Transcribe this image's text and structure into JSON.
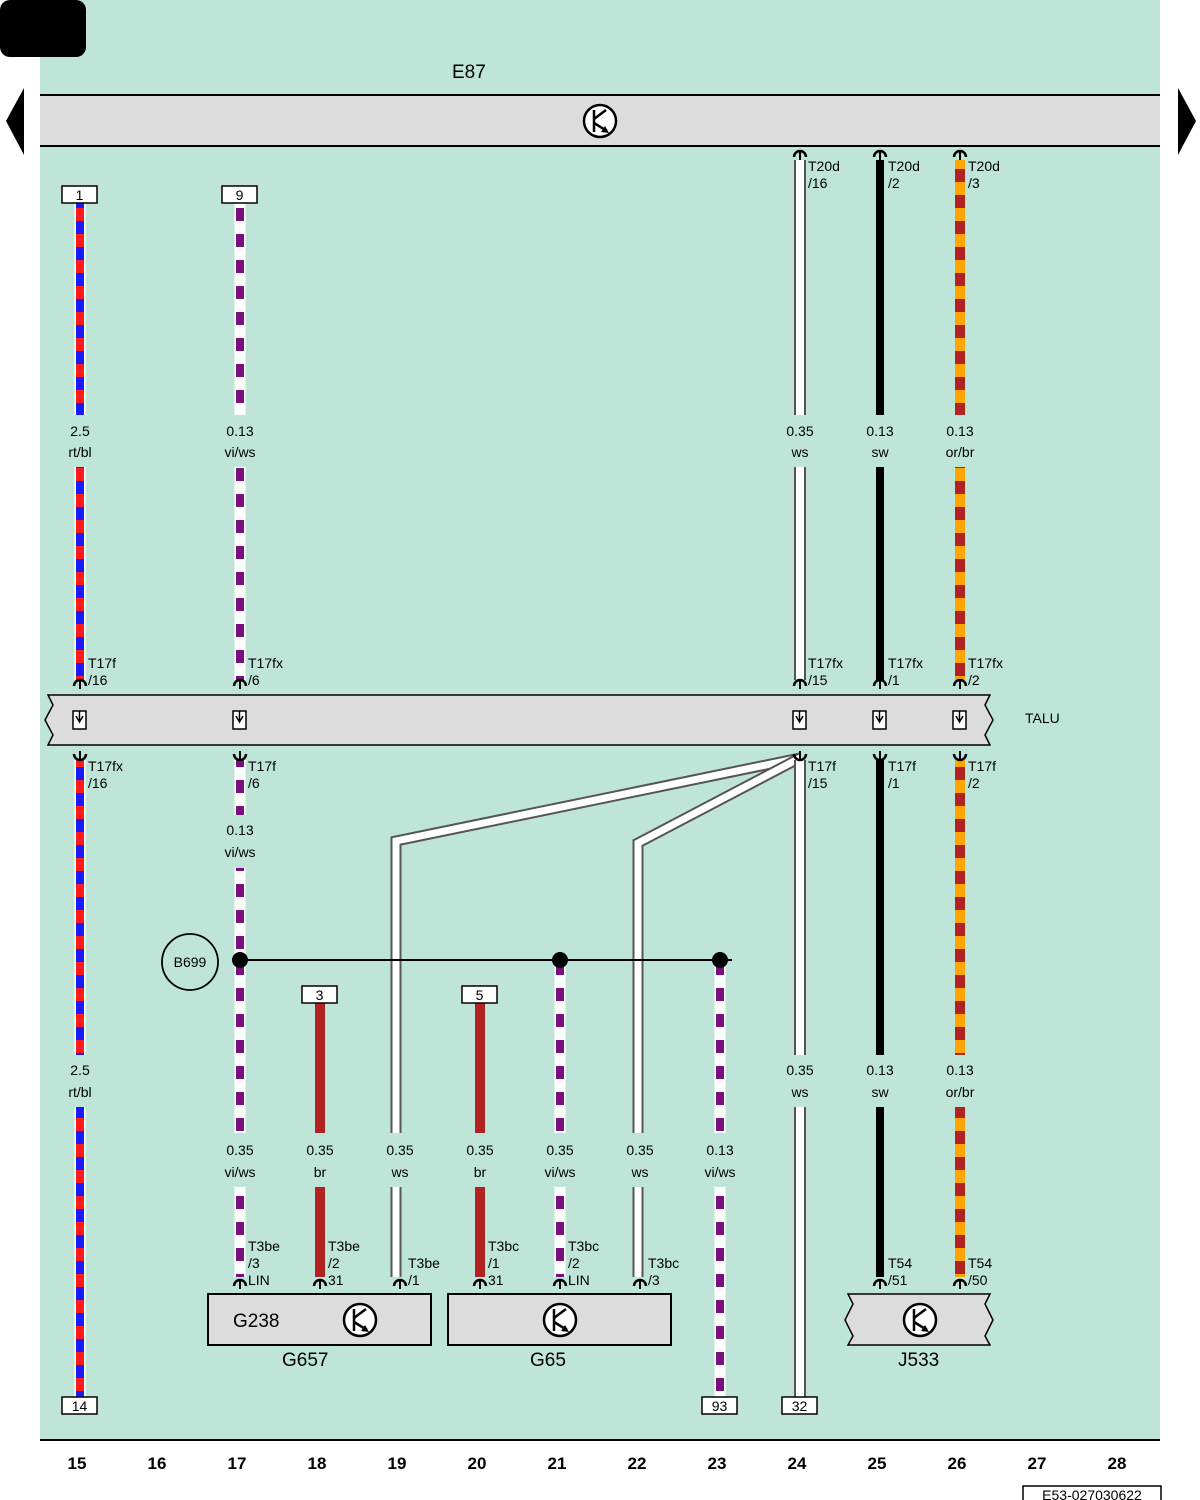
{
  "components": {
    "e87": {
      "label": "E87"
    },
    "talu": {
      "label": "TALU"
    },
    "b699": {
      "label": "B699"
    },
    "g238": {
      "label": "G238"
    },
    "g657": {
      "label": "G657"
    },
    "g65": {
      "label": "G65"
    },
    "j533": {
      "label": "J533"
    }
  },
  "connectors": {
    "t20d_16": {
      "name": "T20d",
      "pin": "/16"
    },
    "t20d_2": {
      "name": "T20d",
      "pin": "/2"
    },
    "t20d_3": {
      "name": "T20d",
      "pin": "/3"
    },
    "t17f_16": {
      "name": "T17f",
      "pin": "/16"
    },
    "t17fx_6": {
      "name": "T17fx",
      "pin": "/6"
    },
    "t17fx_15": {
      "name": "T17fx",
      "pin": "/15"
    },
    "t17fx_1": {
      "name": "T17fx",
      "pin": "/1"
    },
    "t17fx_2": {
      "name": "T17fx",
      "pin": "/2"
    },
    "t17fx_16b": {
      "name": "T17fx",
      "pin": "/16"
    },
    "t17f_6": {
      "name": "T17f",
      "pin": "/6"
    },
    "t17f_15": {
      "name": "T17f",
      "pin": "/15"
    },
    "t17f_1": {
      "name": "T17f",
      "pin": "/1"
    },
    "t17f_2": {
      "name": "T17f",
      "pin": "/2"
    },
    "t3be_3": {
      "name": "T3be",
      "pin": "/3",
      "sub": "LIN"
    },
    "t3be_2": {
      "name": "T3be",
      "pin": "/2",
      "sub": "31"
    },
    "t3be_1": {
      "name": "T3be",
      "pin": "/1"
    },
    "t3bc_1": {
      "name": "T3bc",
      "pin": "/1",
      "sub": "31"
    },
    "t3bc_2": {
      "name": "T3bc",
      "pin": "/2",
      "sub": "LIN"
    },
    "t3bc_3": {
      "name": "T3bc",
      "pin": "/3"
    },
    "t54_51": {
      "name": "T54",
      "pin": "/51"
    },
    "t54_50": {
      "name": "T54",
      "pin": "/50"
    }
  },
  "terminals": {
    "top_1": "1",
    "top_9": "9",
    "mid_3": "3",
    "mid_5": "5",
    "bot_14": "14",
    "bot_93": "93",
    "bot_32": "32"
  },
  "wires": {
    "c15_top": {
      "size": "2.5",
      "color": "rt/bl"
    },
    "c17_top": {
      "size": "0.13",
      "color": "vi/ws"
    },
    "c24_top": {
      "size": "0.35",
      "color": "ws"
    },
    "c25_top": {
      "size": "0.13",
      "color": "sw"
    },
    "c26_top": {
      "size": "0.13",
      "color": "or/br"
    },
    "c17_mid": {
      "size": "0.13",
      "color": "vi/ws"
    },
    "c15_bot": {
      "size": "2.5",
      "color": "rt/bl"
    },
    "c24_bot": {
      "size": "0.35",
      "color": "ws"
    },
    "c25_bot": {
      "size": "0.13",
      "color": "sw"
    },
    "c26_bot": {
      "size": "0.13",
      "color": "or/br"
    },
    "c17_low": {
      "size": "0.35",
      "color": "vi/ws"
    },
    "c18_low": {
      "size": "0.35",
      "color": "br"
    },
    "c19_low": {
      "size": "0.35",
      "color": "ws"
    },
    "c20_low": {
      "size": "0.35",
      "color": "br"
    },
    "c21_low": {
      "size": "0.35",
      "color": "vi/ws"
    },
    "c22_low": {
      "size": "0.35",
      "color": "ws"
    },
    "c23_low": {
      "size": "0.13",
      "color": "vi/ws"
    }
  },
  "columns": [
    "15",
    "16",
    "17",
    "18",
    "19",
    "20",
    "21",
    "22",
    "23",
    "24",
    "25",
    "26",
    "27",
    "28"
  ],
  "doc_code": "E53-027030622",
  "colors": {
    "background": "#bfe5d9",
    "housing": "#dcdcdc",
    "rt": "#ff1a1a",
    "bl": "#1a1aff",
    "vi": "#7a0f82",
    "ws": "#ffffff",
    "sw": "#000000",
    "or": "#ffa500",
    "br": "#b22222"
  }
}
